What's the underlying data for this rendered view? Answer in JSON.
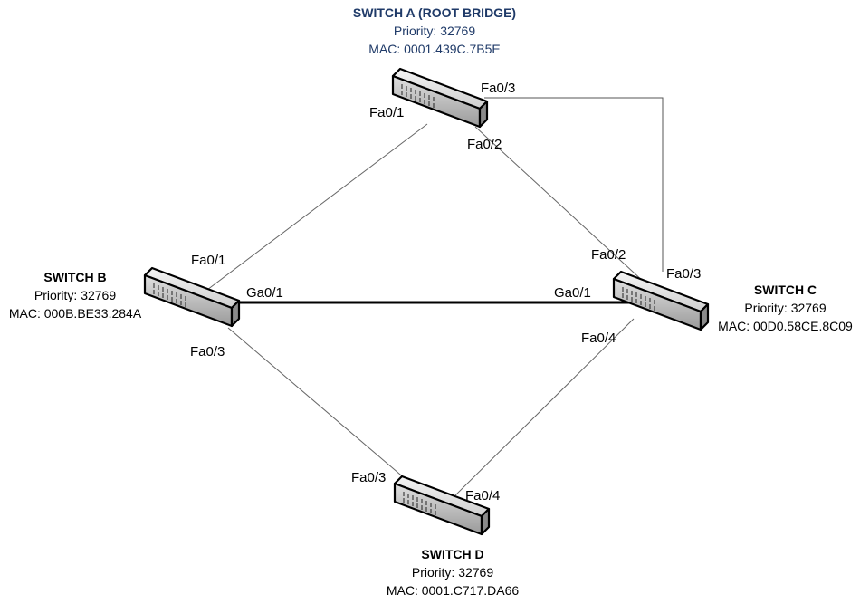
{
  "switches": {
    "a": {
      "name": "SWITCH A (ROOT BRIDGE)",
      "priority": "Priority: 32769",
      "mac": "MAC: 0001.439C.7B5E"
    },
    "b": {
      "name": "SWITCH B",
      "priority": "Priority: 32769",
      "mac": "MAC: 000B.BE33.284A"
    },
    "c": {
      "name": "SWITCH C",
      "priority": "Priority: 32769",
      "mac": "MAC: 00D0.58CE.8C09"
    },
    "d": {
      "name": "SWITCH D",
      "priority": "Priority: 32769",
      "mac": "MAC: 0001.C717.DA66"
    }
  },
  "ports": {
    "a_fa01": "Fa0/1",
    "a_fa02": "Fa0/2",
    "a_fa03": "Fa0/3",
    "b_fa01": "Fa0/1",
    "b_ga01": "Ga0/1",
    "b_fa03": "Fa0/3",
    "c_fa02": "Fa0/2",
    "c_fa03": "Fa0/3",
    "c_ga01": "Ga0/1",
    "c_fa04": "Fa0/4",
    "d_fa03": "Fa0/3",
    "d_fa04": "Fa0/4"
  },
  "colors": {
    "root_text": "#1f3a68",
    "link": "#555555",
    "trunk": "#000000"
  }
}
